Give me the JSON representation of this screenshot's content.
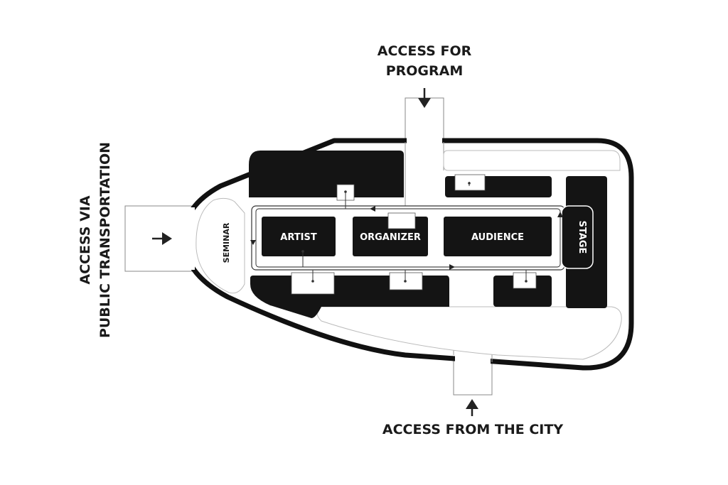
{
  "labels": {
    "access_program_line1": "ACCESS FOR",
    "access_program_line2": "PROGRAM",
    "access_transport_line1": "ACCESS VIA",
    "access_transport_line2": "PUBLIC TRANSPORTATION",
    "access_city": "ACCESS FROM THE CITY"
  },
  "zones": {
    "seminar": "SEMINAR",
    "artist": "ARTIST",
    "organizer": "ORGANIZER",
    "audience": "AUDIENCE",
    "stage": "STAGE"
  },
  "colors": {
    "fill": "#141414",
    "background": "#ffffff",
    "lines": "#333333"
  }
}
